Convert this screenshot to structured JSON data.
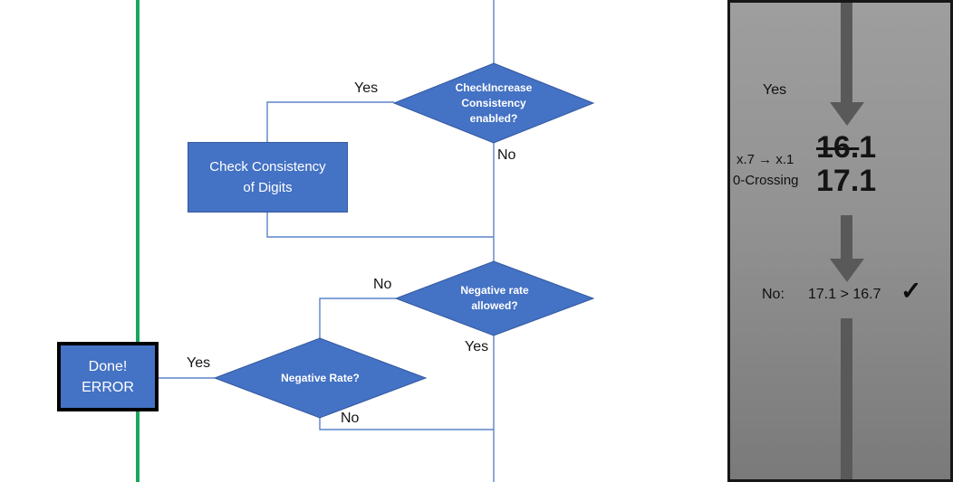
{
  "flowchart": {
    "nodes": {
      "check_increase": {
        "line1": "CheckIncrease",
        "line2": "Consistency",
        "line3": "enabled?"
      },
      "check_consistency": {
        "line1": "Check Consistency",
        "line2": "of Digits"
      },
      "negative_rate_allowed": {
        "line1": "Negative rate",
        "line2": "allowed?"
      },
      "negative_rate": {
        "line1": "Negative Rate?"
      },
      "done_error": {
        "line1": "Done!",
        "line2": "ERROR"
      }
    },
    "edge_labels": {
      "check_increase_yes": "Yes",
      "check_increase_no": "No",
      "negative_rate_allowed_no": "No",
      "negative_rate_allowed_yes": "Yes",
      "negative_rate_yes": "Yes",
      "negative_rate_no": "No"
    },
    "colors": {
      "node_fill": "#4472C4",
      "node_border": "#35599F",
      "connector": "#5B84C8",
      "timeline_green": "#1CA65C"
    }
  },
  "side_panel": {
    "branch_label": "Yes",
    "note_line1": "x.7 → x.1",
    "note_line2": "0-Crossing",
    "old_value_struck": "16.",
    "old_value_tail": "1",
    "new_value": "17.1",
    "result_prefix": "No:",
    "result_comparison": "17.1 > 16.7",
    "checkmark": "✓",
    "colors": {
      "arrow": "#595959"
    }
  }
}
